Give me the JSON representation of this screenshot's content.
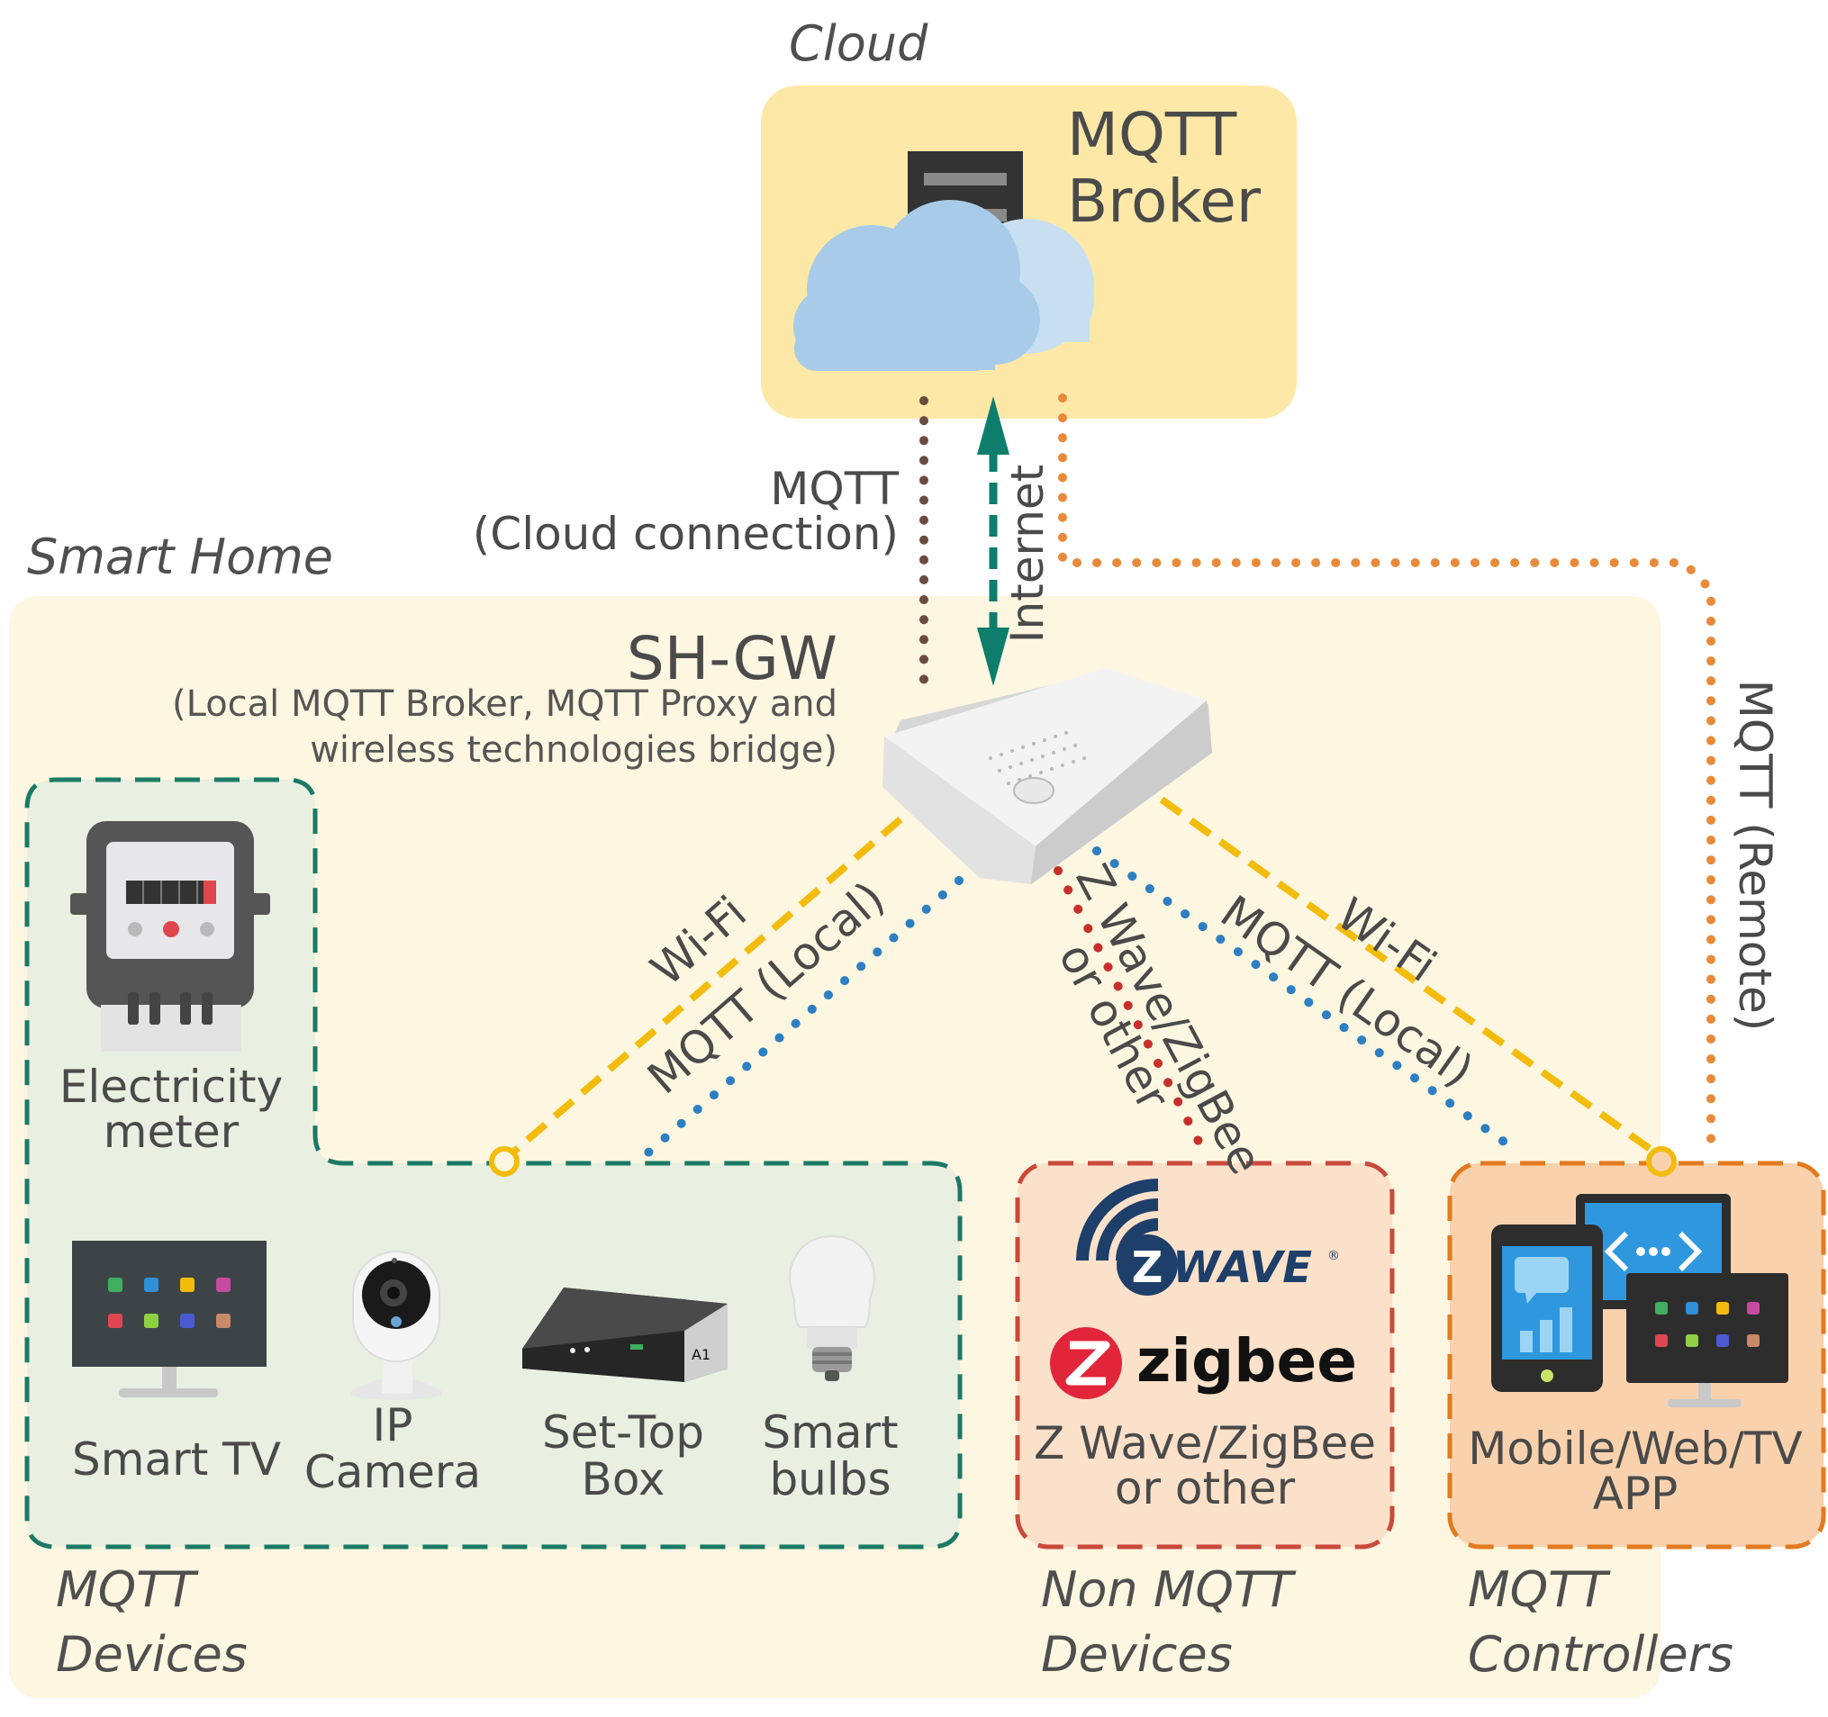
{
  "colors": {
    "cloud_bg": "#fde8a7",
    "home_bg": "#fdf6e0",
    "mqtt_devices_bg": "#e9efe1",
    "mqtt_devices_border": "#1a7a65",
    "non_mqtt_bg": "#fbe1c9",
    "non_mqtt_border": "#c9493b",
    "controllers_bg": "#f9d2ad",
    "controllers_border": "#e37a1f",
    "wifi": "#f3bc0c",
    "mqtt_local": "#2d7fc2",
    "mqtt_cloud": "#6b4a3f",
    "mqtt_remote": "#e88a3a",
    "zwave_link": "#c7302a",
    "internet": "#0e7d6c",
    "zigbee_red": "#e1263b",
    "zwave_blue": "#1f3f6b"
  },
  "cloud": {
    "title": "Cloud",
    "broker_line1": "MQTT",
    "broker_line2": "Broker",
    "icon": "cloud-server-icon"
  },
  "smart_home": {
    "title": "Smart Home"
  },
  "gateway": {
    "name": "SH-GW",
    "desc_line1": "(Local MQTT Broker, MQTT Proxy and",
    "desc_line2": "wireless technologies bridge)",
    "icon": "router-icon"
  },
  "links": {
    "cloud_mqtt_line1": "MQTT",
    "cloud_mqtt_line2": "(Cloud connection)",
    "internet": "Internet",
    "remote": "MQTT (Remote)",
    "wifi_left": "Wi-Fi",
    "mqtt_local_left": "MQTT (Local)",
    "zwave_line1": "Z Wave/ZigBee",
    "zwave_line2": "or other",
    "wifi_right": "Wi-Fi",
    "mqtt_local_right": "MQTT (Local)"
  },
  "devices": {
    "meter_line1": "Electricity",
    "meter_line2": "meter",
    "tv": "Smart TV",
    "camera_line1": "IP",
    "camera_line2": "Camera",
    "stb_line1": "Set-Top",
    "stb_line2": "Box",
    "bulb_line1": "Smart",
    "bulb_line2": "bulbs",
    "group_line1": "MQTT",
    "group_line2": "Devices"
  },
  "non_mqtt": {
    "zwave_logo": "WAVE",
    "zwave_letter": "Z",
    "zwave_reg": "®",
    "zigbee_logo": "zigbee",
    "label_line1": "Z Wave/ZigBee",
    "label_line2": "or other",
    "group_line1": "Non MQTT",
    "group_line2": "Devices"
  },
  "controllers": {
    "label_line1": "Mobile/Web/TV",
    "label_line2": "APP",
    "group_line1": "MQTT",
    "group_line2": "Controllers"
  }
}
